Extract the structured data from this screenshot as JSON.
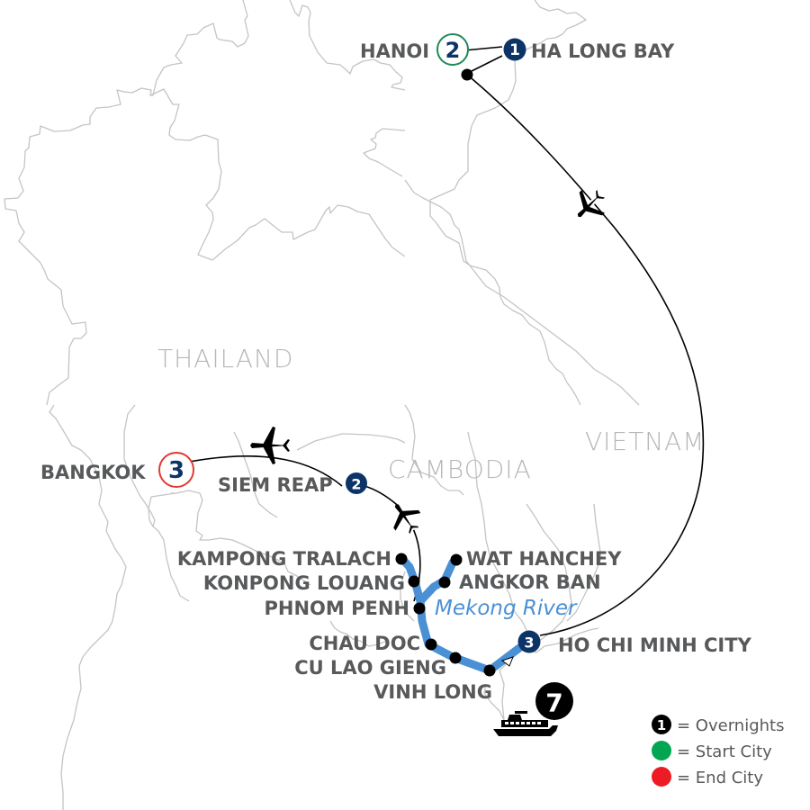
{
  "countries": [
    {
      "name": "THAILAND"
    },
    {
      "name": "CAMBODIA"
    },
    {
      "name": "VIETNAM"
    }
  ],
  "cities": {
    "hanoi": {
      "label": "HANOI",
      "nights": "2",
      "role": "start"
    },
    "ha_long_bay": {
      "label": "HA LONG BAY",
      "nights": "1"
    },
    "bangkok": {
      "label": "BANGKOK",
      "nights": "3",
      "role": "end"
    },
    "siem_reap": {
      "label": "SIEM REAP",
      "nights": "2"
    },
    "kampong_tralach": {
      "label": "KAMPONG TRALACH"
    },
    "konpong_louang": {
      "label": "KONPONG LOUANG"
    },
    "phnom_penh": {
      "label": "PHNOM PENH"
    },
    "wat_hanchey": {
      "label": "WAT HANCHEY"
    },
    "angkor_ban": {
      "label": "ANGKOR BAN"
    },
    "chau_doc": {
      "label": "CHAU DOC"
    },
    "cu_lao_gieng": {
      "label": "CU LAO GIENG"
    },
    "vinh_long": {
      "label": "VINH LONG"
    },
    "ho_chi_minh_city": {
      "label": "HO CHI MINH CITY",
      "nights": "3"
    }
  },
  "river": {
    "label": "Mekong River"
  },
  "cruise": {
    "nights": "7"
  },
  "legend": {
    "overnights": {
      "symbol": "1",
      "label": "= Overnights"
    },
    "start_city": {
      "label": "= Start City"
    },
    "end_city": {
      "label": "= End City"
    }
  },
  "colors": {
    "navy": "#0d3466",
    "start_green": "#1f8a5a",
    "end_red": "#e03a33",
    "legend_green": "#00a651",
    "legend_red": "#ed1c24",
    "river_blue": "#4a90d4",
    "label_gray": "#58595b",
    "country_gray": "#b8b8b8",
    "border_gray": "#c4c4c4"
  }
}
